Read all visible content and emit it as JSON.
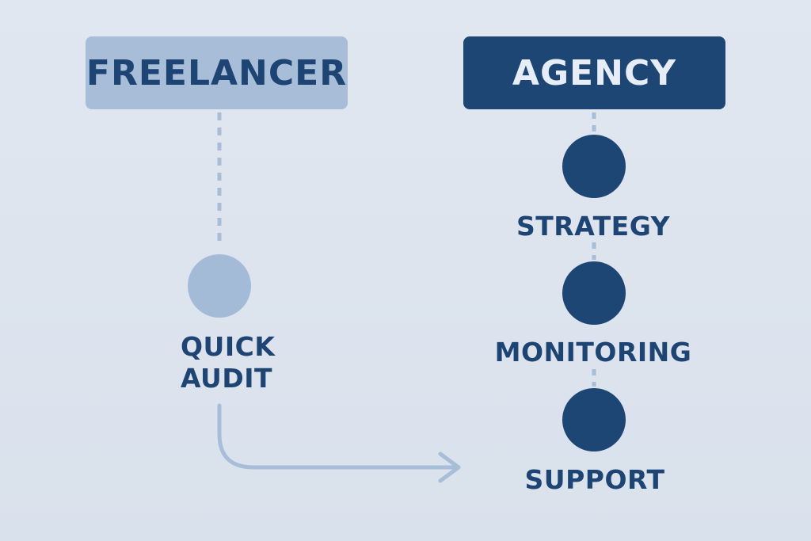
{
  "diagram": {
    "left_column": {
      "title": "FREELANCER",
      "step_label_line1": "QUICK",
      "step_label_line2": "AUDIT"
    },
    "right_column": {
      "title": "AGENCY",
      "steps": [
        "STRATEGY",
        "MONITORING",
        "SUPPORT"
      ]
    },
    "colors": {
      "background": "#dde4ee",
      "light_accent": "#a7bdd8",
      "dark_accent": "#1d4675",
      "text_dark": "#1d4473",
      "text_light": "#e7edf6"
    },
    "icons": {
      "arrow": "arrow-right-icon"
    }
  }
}
